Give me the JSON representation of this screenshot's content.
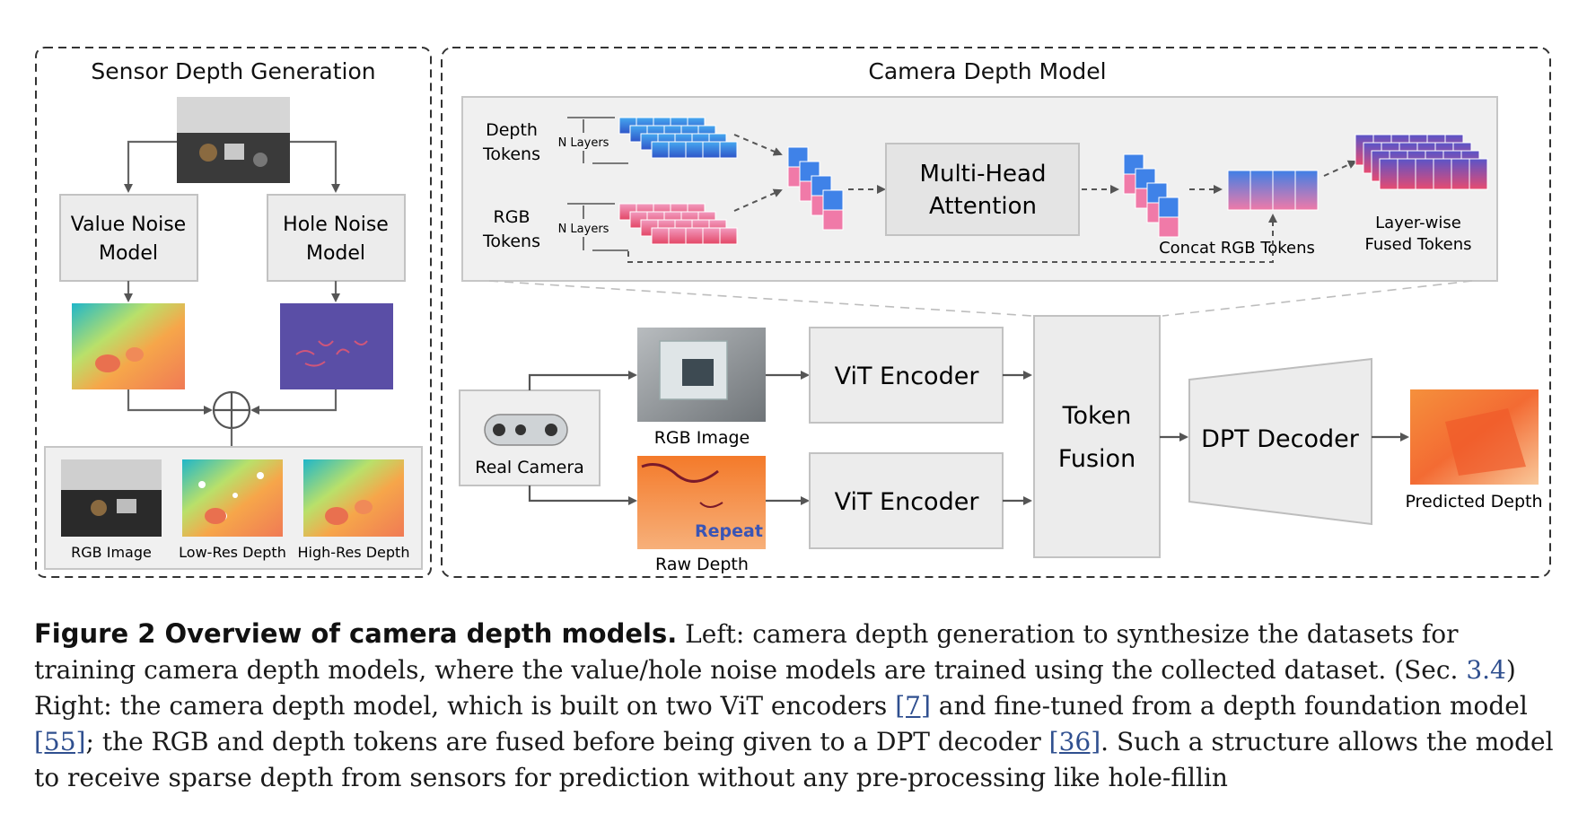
{
  "left_panel": {
    "title": "Sensor Depth Generation",
    "value_noise": [
      "Value Noise",
      "Model"
    ],
    "hole_noise": [
      "Hole Noise",
      "Model"
    ],
    "outputs": [
      "RGB Image",
      "Low-Res Depth",
      "High-Res Depth"
    ]
  },
  "right_panel": {
    "title": "Camera Depth Model",
    "depth_tokens": [
      "Depth",
      "Tokens"
    ],
    "rgb_tokens": [
      "RGB",
      "Tokens"
    ],
    "n_layers": "N Layers",
    "mha": [
      "Multi-Head",
      "Attention"
    ],
    "concat": "Concat RGB Tokens",
    "fused": [
      "Layer-wise",
      "Fused Tokens"
    ],
    "real_camera": "Real Camera",
    "rgb_image": "RGB Image",
    "raw_depth": "Raw Depth",
    "repeat": "Repeat",
    "vit_encoder": "ViT Encoder",
    "token_fusion": [
      "Token",
      "Fusion"
    ],
    "dpt_decoder": "DPT Decoder",
    "predicted_depth": "Predicted Depth"
  },
  "caption": {
    "label": "Figure 2  Overview of camera depth models.",
    "t1": " Left: camera depth generation to synthesize the datasets for training camera depth models, where the value/hole noise models are trained using the collected dataset. (Sec. ",
    "ref_sec": "3.4",
    "t2": ") Right: the camera depth model, which is built on two ViT encoders ",
    "cite1": "[7]",
    "t3": " and fine-tuned from a depth foundation model ",
    "cite2": "[55]",
    "t4": "; the RGB and depth tokens are fused before being given to a DPT decoder ",
    "cite3": "[36]",
    "t5": ". Such a structure allows the model to receive sparse depth from sensors for prediction without any pre-processing like hole-fillin"
  },
  "colors": {
    "box_fill": "#ececec",
    "box_stroke": "#bdbdbd",
    "depth_token": "#3f7fe6",
    "rgb_token": "#ea5c82",
    "noise_purple": "#5a4ea6"
  }
}
